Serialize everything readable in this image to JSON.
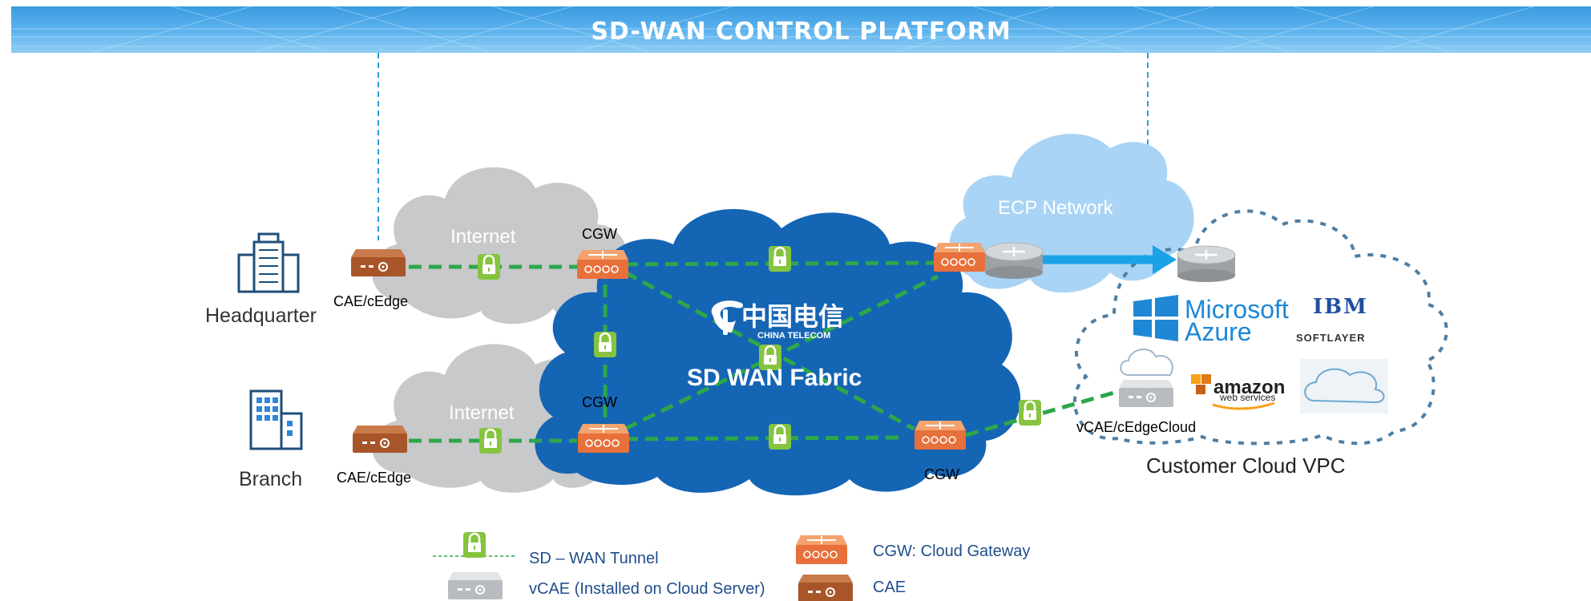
{
  "banner": {
    "title": "SD-WAN CONTROL PLATFORM"
  },
  "clouds": {
    "internet_top": "Internet",
    "internet_bottom": "Internet",
    "ecp": "ECP Network",
    "fabric": "SD WAN Fabric"
  },
  "china_telecom": {
    "chinese": "中国电信",
    "english": "CHINA TELECOM"
  },
  "sites": {
    "headquarter": "Headquarter",
    "branch": "Branch"
  },
  "devices": {
    "cae_hq": "CAE/cEdge",
    "cae_branch": "CAE/cEdge",
    "cgw_top": "CGW",
    "cgw_mid": "CGW",
    "cgw_bottom": "CGW",
    "vcae": "vCAE/cEdgeCloud"
  },
  "vpc": {
    "title": "Customer Cloud VPC",
    "microsoft": "Microsoft",
    "azure": "Azure",
    "ibm": "IBM",
    "softlayer": "SOFTLAYER",
    "amazon": "amazon",
    "amazon_sub": "web services"
  },
  "legend": {
    "tunnel": "SD – WAN Tunnel",
    "vcae": "vCAE (Installed on Cloud Server)",
    "cgw": "CGW: Cloud Gateway",
    "cae": "CAE"
  },
  "colors": {
    "banner": "#4aa8e8",
    "fabric_cloud": "#1565b5",
    "internet_cloud": "#c8c9cb",
    "ecp_cloud": "#a9d4f5",
    "tunnel": "#2ca84a",
    "lock": "#86c440",
    "cgw_device": "#e8703a",
    "cae_device": "#a8552a",
    "vpc_border": "#4e7ea3"
  }
}
